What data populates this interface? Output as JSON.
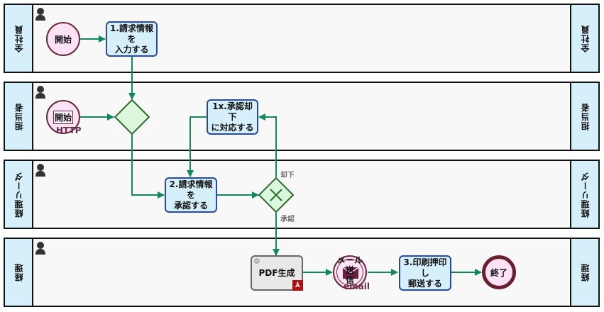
{
  "lanes": [
    {
      "name": "全社員"
    },
    {
      "name": "担当者"
    },
    {
      "name": "経理リーダ"
    },
    {
      "name": "経理"
    }
  ],
  "events": {
    "start1": {
      "label": "開始"
    },
    "start2": {
      "label": "開始",
      "sub": "HTTP"
    },
    "mail": {
      "label": "メール送\n信",
      "sub": "email"
    },
    "end": {
      "label": "終了"
    }
  },
  "tasks": {
    "t1": {
      "label": "1.請求情報を\n入力する"
    },
    "t1x": {
      "label": "1x.承認却下\nに対応する"
    },
    "t2": {
      "label": "2.請求情報を\n承認する"
    },
    "pdf": {
      "label": "PDF生成"
    },
    "t3": {
      "label": "3.印刷押印し\n郵送する"
    }
  },
  "flow_labels": {
    "reject": "却下",
    "approve": "承認"
  },
  "colors": {
    "flow": "#0e8a5a",
    "gateway_fill": "#dcf8dc",
    "gateway_stroke": "#2e6a2e"
  }
}
